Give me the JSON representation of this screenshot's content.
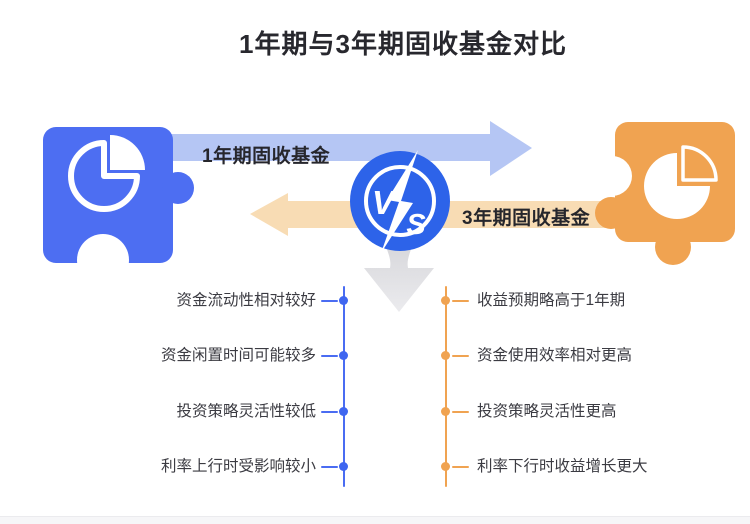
{
  "title": "1年期与3年期固收基金对比",
  "hero": {
    "left_fund_label": "1年期固收基金",
    "right_fund_label": "3年期固收基金",
    "vs_letter_v": "V",
    "vs_letter_s": "S"
  },
  "left_column": {
    "items": [
      "资金流动性相对较好",
      "资金闲置时间可能较多",
      "投资策略灵活性较低",
      "利率上行时受影响较小"
    ]
  },
  "right_column": {
    "items": [
      "收益预期略高于1年期",
      "资金使用效率相对更高",
      "投资策略灵活性更高",
      "利率下行时收益增长更大"
    ]
  },
  "icons": {
    "left_puzzle": "puzzle-piece-icon",
    "left_pie": "pie-chart-icon",
    "right_puzzle": "puzzle-piece-icon",
    "right_pie": "pie-chart-icon",
    "vs_badge": "vs-lightning-badge-icon",
    "down_arrow": "down-arrow-icon",
    "right_arrow": "right-arrow-icon",
    "left_arrow": "left-arrow-icon"
  },
  "colors": {
    "primary_blue": "#4d6ef2",
    "badge_blue": "#2d63e9",
    "light_blue_arrow": "#b5c6f4",
    "primary_orange": "#f0a351",
    "light_orange_arrow": "#f8dcb4",
    "connector_blue": "#3f66f0",
    "connector_orange": "#f0a351",
    "title_text": "#28282e",
    "item_text": "#3b3b42",
    "gray_arrow": "#d6d6da",
    "footer_band": "#f6f6f8"
  }
}
